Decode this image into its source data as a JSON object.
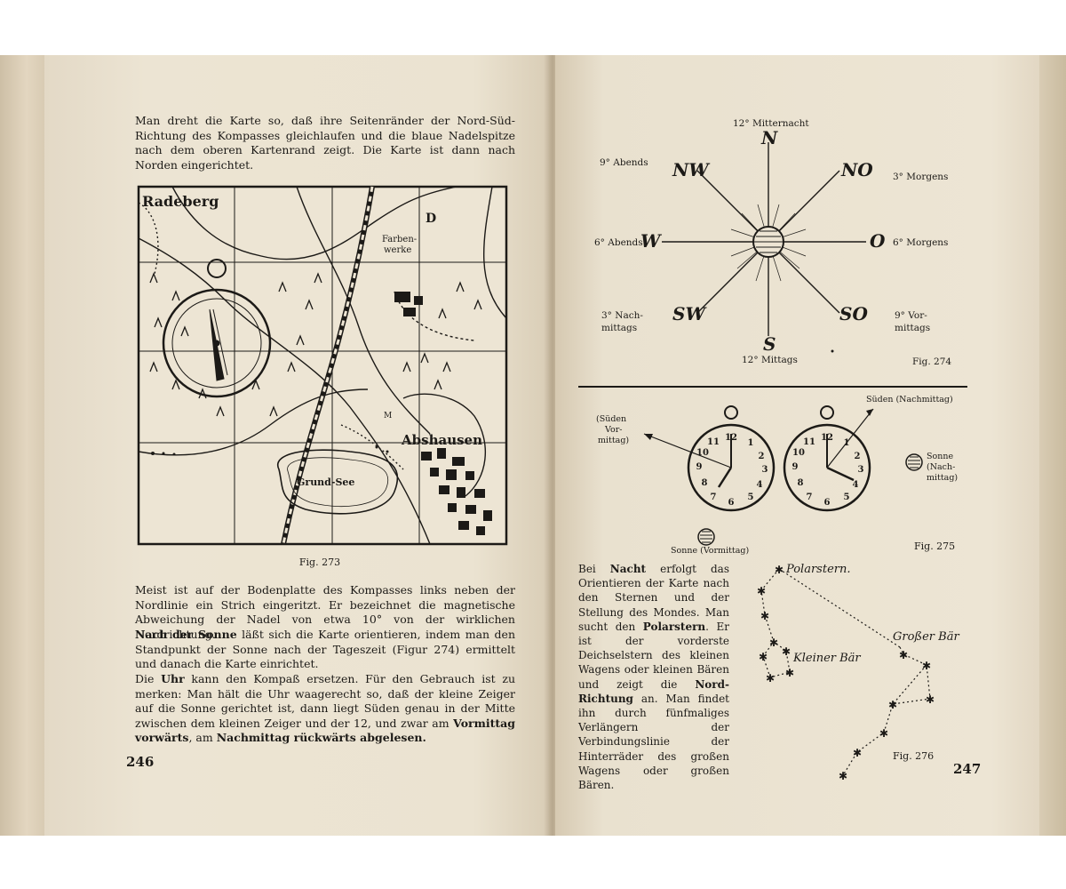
{
  "left_page": {
    "intro_text": "Man dreht die Karte so, daß ihre Seitenränder der Nord-Süd-Richtung des Kompasses gleichlaufen und die blaue Nadelspitze nach dem oberen Kartenrand zeigt. Die Karte ist dann nach Norden eingerichtet.",
    "map_labels": {
      "radeberg": "Radeberg",
      "farbenwerke_1": "Farben-",
      "farbenwerke_2": "werke",
      "abshausen": "Abshausen",
      "grund_see": "Grund-See",
      "d": "D",
      "m": "M"
    },
    "fig_273": "Fig. 273",
    "para_1": "Meist ist auf der Bodenplatte des Kompasses links neben der Nordlinie ein Strich eingeritzt. Er bezeichnet die magnetische Abweichung der Nadel von etwa 10° von der wirklichen Nordrichtung.",
    "para_2_bold": "Nach der Sonne",
    "para_2_rest": " läßt sich die Karte orientieren, indem man den Standpunkt der Sonne nach der Tageszeit (Figur 274) ermittelt und danach die Karte einrichtet.",
    "para_3_a": "Die ",
    "para_3_b1": "Uhr",
    "para_3_c": " kann den Kompaß ersetzen. Für den Gebrauch ist zu merken: Man hält die Uhr waagerecht so, daß der kleine Zeiger auf die Sonne gerichtet ist, dann liegt Süden genau in der Mitte zwischen dem kleinen Zeiger und der 12, und zwar am ",
    "para_3_b2": "Vormittag vorwärts",
    "para_3_d": ", am ",
    "para_3_b3": "Nachmittag rückwärts abgelesen.",
    "page_number": "246"
  },
  "right_page": {
    "fig_274": {
      "top": "12° Mitternacht",
      "bottom": "12° Mittags",
      "left_upper": "9° Abends",
      "left_mid": "6° Abends",
      "left_lower_1": "3° Nach-",
      "left_lower_2": "mittags",
      "right_upper": "3° Morgens",
      "right_mid": "6° Morgens",
      "right_lower_1": "9° Vor-",
      "right_lower_2": "mittags",
      "dir_n": "N",
      "dir_no": "NO",
      "dir_o": "O",
      "dir_so": "SO",
      "dir_s": "S",
      "dir_sw": "SW",
      "dir_w": "W",
      "dir_nw": "NW",
      "caption": "Fig. 274"
    },
    "fig_275": {
      "left_1": "(Süden",
      "left_2": "Vor-",
      "left_3": "mittag)",
      "top_right": "Süden (Nachmittag)",
      "sonne_1": "Sonne",
      "sonne_2": "(Nach-",
      "sonne_3": "mittag)",
      "sonne_vormittag": "Sonne (Vormittag)",
      "caption": "Fig. 275"
    },
    "night_text_a": "Bei ",
    "night_text_b1": "Nacht",
    "night_text_c": " erfolgt das Orientieren der Karte nach den Sternen und der Stellung des Mondes. Man sucht den ",
    "night_text_b2": "Polarstern",
    "night_text_d": ". Er ist der vorderste Deichselstern des kleinen Wagens oder kleinen Bären und zeigt die ",
    "night_text_b3": "Nord-Richtung",
    "night_text_e": " an. Man findet ihn durch fünfmaliges Verlängern der Verbindungslinie der Hinterräder des großen Wagens oder großen Bären.",
    "fig_276": {
      "polarstern": "Polarstern.",
      "grosser_baer": "Großer Bär",
      "kleiner_baer": "Kleiner Bär",
      "caption": "Fig. 276"
    },
    "page_number": "247"
  }
}
